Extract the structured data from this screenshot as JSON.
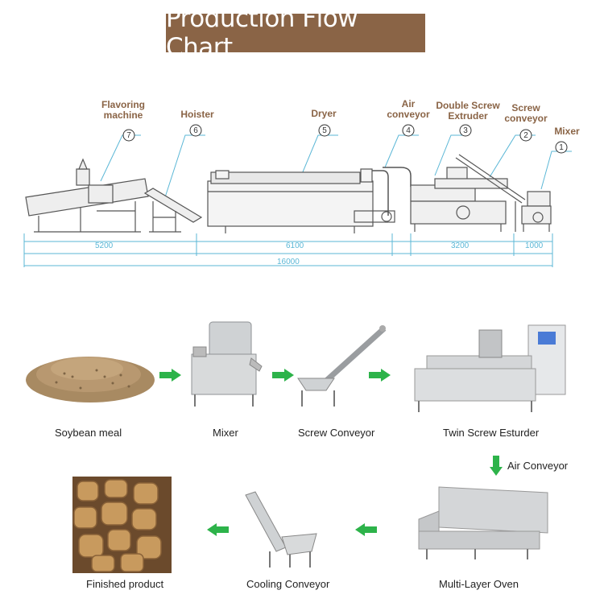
{
  "title": "Production Flow Chart",
  "machines": [
    {
      "label_lines": [
        "Flavoring",
        "machine"
      ],
      "number": "7"
    },
    {
      "label_lines": [
        "Hoister"
      ],
      "number": "6"
    },
    {
      "label_lines": [
        "Dryer"
      ],
      "number": "5"
    },
    {
      "label_lines": [
        "Air",
        "conveyor"
      ],
      "number": "4"
    },
    {
      "label_lines": [
        "Double Screw",
        "Extruder"
      ],
      "number": "3"
    },
    {
      "label_lines": [
        "Screw",
        "conveyor"
      ],
      "number": "2"
    },
    {
      "label_lines": [
        "Mixer"
      ],
      "number": "1"
    }
  ],
  "dimensions": {
    "d1": "5200",
    "d2": "6100",
    "d3": "3200",
    "d4": "1000",
    "total": "16000"
  },
  "steps": {
    "soybean": "Soybean meal",
    "mixer": "Mixer",
    "screw_conveyor": "Screw Conveyor",
    "twin_screw": "Twin Screw Esturder",
    "air_conveyor": "Air Conveyor",
    "oven": "Multi-Layer Oven",
    "cooling": "Cooling Conveyor",
    "finished": "Finished product"
  },
  "colors": {
    "title_bg": "#8a6446",
    "label": "#8a6446",
    "arrow": "#2db34a",
    "line": "#5bb7d6"
  }
}
